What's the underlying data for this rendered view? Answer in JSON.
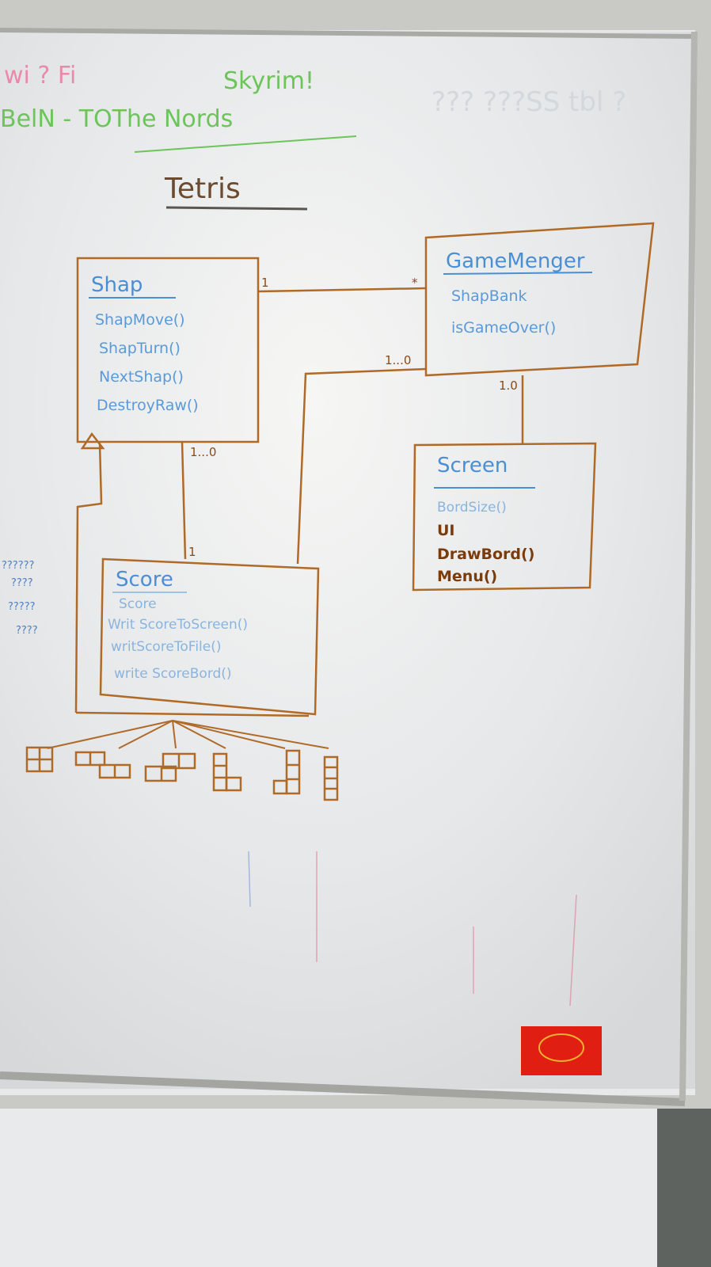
{
  "whiteboard": {
    "header_notes": {
      "wifi_line": "wi ? Fi",
      "skyrim": "Skyrim!",
      "second_line": "BelN - TOThe Nords",
      "faded_right": "??? ???SS tbl ?"
    },
    "diagram_title": "Tetris",
    "classes": {
      "shap": {
        "name": "Shap",
        "members": [
          "ShapMove()",
          "ShapTurn()",
          "NextShap()",
          "DestroyRaw()"
        ]
      },
      "game_menger": {
        "name": "GameMenger",
        "members": [
          "ShapBank",
          "isGameOver()"
        ]
      },
      "screen": {
        "name": "Screen",
        "members_faded": [
          "BordSize()"
        ],
        "members_brown": [
          "UI",
          "DrawBord()",
          "Menu()"
        ]
      },
      "score": {
        "name": "Score",
        "members": [
          "Score",
          "Writ ScoreToScreen()",
          "writScoreToFile()",
          "write ScoreBord()"
        ]
      }
    },
    "multiplicities": {
      "shap_to_game": "1",
      "game_from_shap": "*",
      "game_to_score": "1...0",
      "game_to_screen": "1.0",
      "shap_to_score": "1...0",
      "score_from_shap": "1"
    },
    "left_margin_notes": [
      "??????",
      "????",
      "?????",
      "????"
    ],
    "sticker_color": "#e01e12",
    "ink_colors": {
      "blue": "#4a8fd4",
      "brown": "#b06a28",
      "green": "#6cc45a"
    }
  }
}
